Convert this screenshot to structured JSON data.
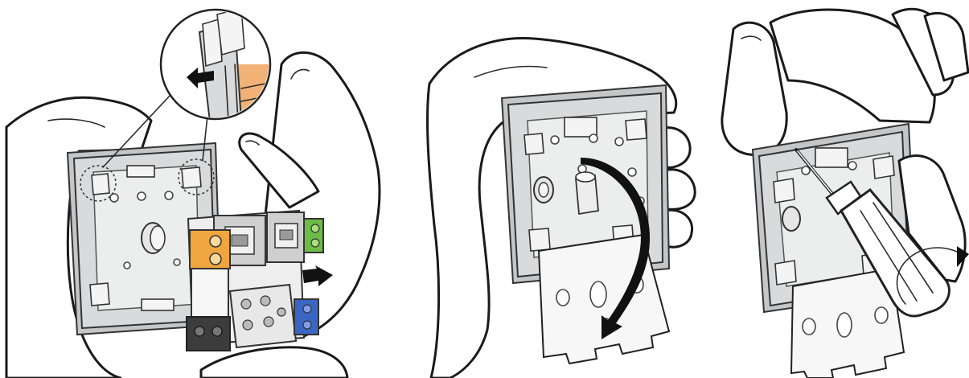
{
  "figure": {
    "panels": [
      {
        "id": "panel-1",
        "subject": "release-terminal-block"
      },
      {
        "id": "panel-2",
        "subject": "swing-cover-down"
      },
      {
        "id": "panel-3",
        "subject": "unscrew-cover"
      }
    ]
  },
  "colors": {
    "terminal_orange": "#f0a640",
    "terminal_green": "#6cbd45",
    "terminal_blue": "#3b66c4",
    "terminal_dark": "#3c3c3c",
    "detail_highlight": "#f2b277",
    "plate_grey": "#d9dadb"
  },
  "icons": [
    "arrow-left-icon",
    "arrow-right-icon",
    "curved-arrow-icon",
    "rotate-arrow-icon",
    "screwdriver-icon"
  ]
}
